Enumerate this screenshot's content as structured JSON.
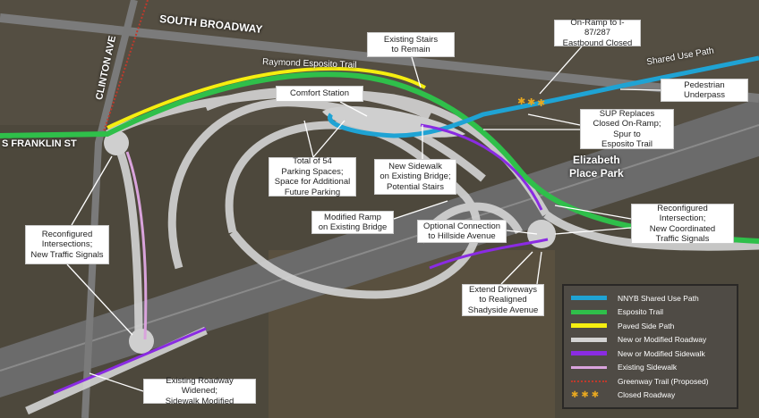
{
  "callouts": {
    "existing_stairs": "Existing Stairs\nto Remain",
    "on_ramp": "On-Ramp to I-87/287\nEastbound Closed",
    "pedestrian_underpass": "Pedestrian\nUnderpass",
    "sup_replaces": "SUP Replaces\nClosed On-Ramp;\nSpur to\nEsposito Trail",
    "comfort_station": "Comfort Station",
    "parking": "Total of 54\nParking Spaces;\nSpace for Additional\nFuture Parking",
    "new_sidewalk": "New Sidewalk\non Existing Bridge;\nPotential Stairs",
    "modified_ramp": "Modified Ramp\non Existing Bridge",
    "optional_connection": "Optional Connection\nto Hillside Avenue",
    "reconfigured_intersection": "Reconfigured\nIntersection;\nNew Coordinated\nTraffic Signals",
    "extend_driveways": "Extend Driveways\nto Realigned\nShadyside Avenue",
    "reconfigured_intersections_left": "Reconfigured\nIntersections;\nNew Traffic Signals",
    "roadway_widened": "Existing Roadway Widened;\nSidewalk Modified"
  },
  "map_labels": {
    "south_broadway": "SOUTH BROADWAY",
    "clinton_ave": "CLINTON AVE",
    "esposito_trail": "Raymond Esposito Trail",
    "s_franklin": "S FRANKLIN ST",
    "shared_use_path": "Shared Use Path",
    "park": "Elizabeth\nPlace Park"
  },
  "legend": [
    {
      "label": "NNYB Shared Use Path",
      "color": "#1fa3d4",
      "style": "solid"
    },
    {
      "label": "Esposito Trail",
      "color": "#2fbf4a",
      "style": "solid"
    },
    {
      "label": "Paved Side Path",
      "color": "#f5ee10",
      "style": "solid"
    },
    {
      "label": "New or Modified Roadway",
      "color": "#d4d4d4",
      "style": "solid"
    },
    {
      "label": "New or Modified Sidewalk",
      "color": "#8a2be2",
      "style": "solid"
    },
    {
      "label": "Existing Sidewalk",
      "color": "#d9a3dc",
      "style": "solid"
    },
    {
      "label": "Greenway Trail (Proposed)",
      "color": "#c0392b",
      "style": "dotted"
    },
    {
      "label": "Closed Roadway",
      "color": "#e8a820",
      "style": "stars"
    }
  ]
}
